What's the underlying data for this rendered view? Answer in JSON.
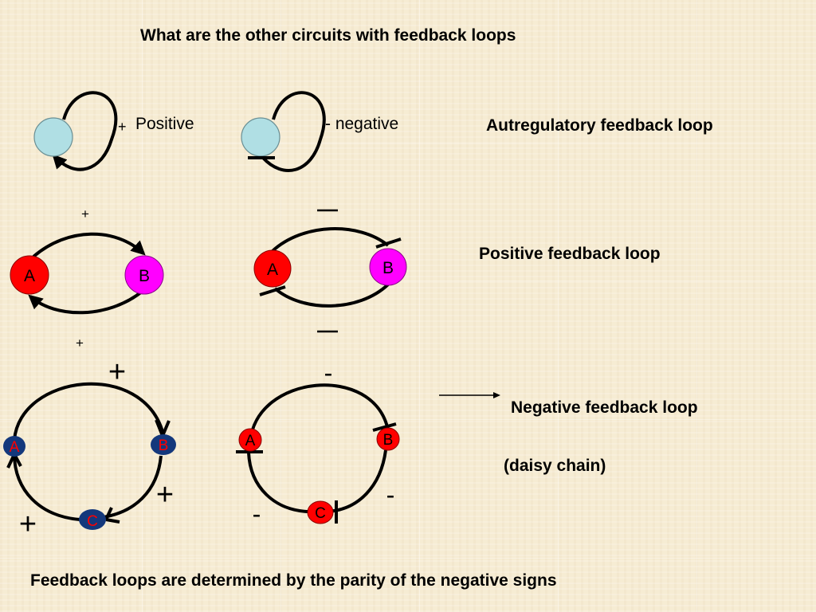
{
  "slide": {
    "title": "What are the other circuits with feedback loops",
    "footer": "Feedback loops are determined by the parity of the negative signs"
  },
  "autoregulatory": {
    "positive_sign": "+",
    "positive_label": "Positive",
    "negative_label": "- negative",
    "heading": "Autregulatory feedback loop"
  },
  "two_node": {
    "positive_sign": "+",
    "node_a": "A",
    "node_b": "B",
    "heading": "Positive feedback loop"
  },
  "three_node": {
    "positive_sign": "+",
    "node_a": "A",
    "node_b": "B",
    "node_c": "C",
    "minus_sign": "-",
    "heading": "Negative feedback loop",
    "subheading": "(daisy chain)"
  },
  "colors": {
    "background": "#f6ecd3",
    "node_light": "#b0dfe4",
    "node_red": "#ff0000",
    "node_magenta": "#ff00ff",
    "node_navy": "#14387c",
    "node_label_red": "#ff0000"
  }
}
